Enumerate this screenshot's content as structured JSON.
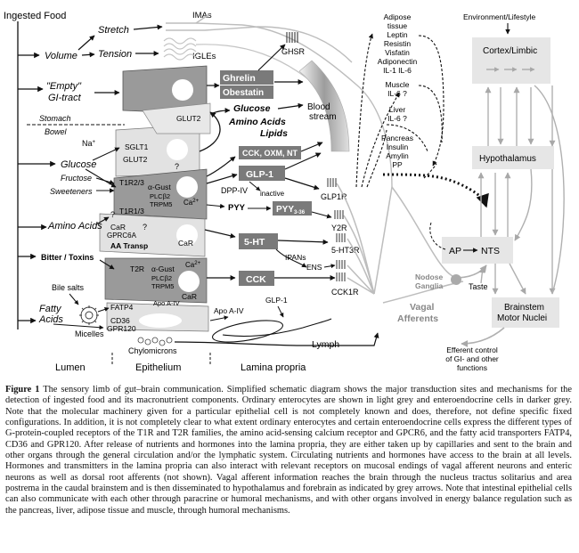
{
  "figure": {
    "panel_labels": {
      "ingested_food": "Ingested Food",
      "lumen": "Lumen",
      "epithelium": "Epithelium",
      "lamina_propria": "Lamina propria"
    },
    "lumen_stimuli": {
      "volume": "Volume",
      "stretch": "Stretch",
      "tension": "Tension",
      "imas": "IMAs",
      "igles": "IGLEs",
      "empty_line1": "\"Empty\"",
      "empty_line2": "GI-tract",
      "stomach": "Stomach",
      "bowel": "Bowel",
      "glucose": "Glucose",
      "na": "Na",
      "na_sup": "+",
      "fructose": "Fructose",
      "sweeteners": "Sweeteners",
      "amino_acids": "Amino Acids",
      "bitter_toxins": "Bitter / Toxins",
      "bile_salts": "Bile salts",
      "fatty_line1": "Fatty",
      "fatty_line2": "Acids",
      "micelles": "Micelles",
      "chylomicrons": "Chylomicrons"
    },
    "epithelium_labels": {
      "glut2_top": "GLUT2",
      "sglt1": "SGLT1",
      "glut2_b": "GLUT2",
      "t1r23": "T1R2/3",
      "t1r13": "T1R1/3",
      "agust1": "α-Gust",
      "plcb2_1": "PLCβ2",
      "trpm5_1": "TRPM5",
      "ca1": "Ca",
      "car1": "CaR",
      "gprc6a": "GPRC6A",
      "aa_transp": "AA Transp",
      "car2": "CaR",
      "t2r": "T2R",
      "agust2": "α-Gust",
      "plcb2_2": "PLCβ2",
      "trpm5_2": "TRPM5",
      "ca2": "Ca",
      "car3": "CaR",
      "fatp4": "FATP4",
      "cd36": "CD36",
      "gpr120": "GPR120",
      "apo_a4_a": "Apo A-IV",
      "q": "?",
      "sup2": "2+"
    },
    "hormones": {
      "ghrelin": "Ghrelin",
      "obestatin": "Obestatin",
      "glucose": "Glucose",
      "amino_acids": "Amino Acids",
      "lipids": "Lipids",
      "cck_oxm_nt": "CCK, OXM, NT",
      "glp1": "GLP-1",
      "dppiv": "DPP-IV",
      "inactive": "inactive",
      "pyy": "PYY",
      "pyy336": "PYY",
      "pyy336_sub": "3-36",
      "ht5": "5-HT",
      "cck": "CCK",
      "ipans": "IPANs",
      "ens": "ENS",
      "apo_a4_b": "Apo A-IV",
      "glp1_b": "GLP-1",
      "lymph": "Lymph"
    },
    "receptors": {
      "ghsr": "GHSR",
      "glp1r": "GLP1R",
      "y2r": "Y2R",
      "ht3r": "5-HT3R",
      "cck1r": "CCK1R"
    },
    "circulation": {
      "blood_stream_line1": "Blood",
      "blood_stream_line2": "stream",
      "vagal_line1": "Vagal",
      "vagal_line2": "Afferents",
      "nodose_line1": "Nodose",
      "nodose_line2": "Ganglia",
      "taste": "Taste"
    },
    "organs": {
      "adipose": [
        "Adipose",
        "tissue",
        "Leptin",
        "Resistin",
        "Visfatin",
        "Adiponectin",
        "IL-1  IL-6"
      ],
      "muscle": [
        "Muscle",
        "IL-6 ?"
      ],
      "liver": [
        "Liver",
        "IL-6 ?"
      ],
      "pancreas": [
        "Pancreas",
        "Insulin",
        "Amylin",
        "PP"
      ]
    },
    "brain": {
      "environment": "Environment/Lifestyle",
      "cortex": "Cortex/Limbic",
      "hypothalamus": "Hypothalamus",
      "ap": "AP",
      "nts": "NTS",
      "brainstem_line1": "Brainstem",
      "brainstem_line2": "Motor Nuclei",
      "efferent": [
        "Efferent control",
        "of GI- and other",
        "functions"
      ]
    }
  },
  "caption": {
    "label": "Figure 1",
    "text": "The sensory limb of gut–brain communication. Simplified schematic diagram shows the major transduction sites and mechanisms for the detection of ingested food and its macronutrient components. Ordinary enterocytes are shown in light grey and enteroendocrine cells in darker grey. Note that the molecular machinery given for a particular epithelial cell is not completely known and does, therefore, not define specific fixed configurations. In addition, it is not completely clear to what extent ordinary enterocytes and certain enteroendocrine cells express the different types of G-protein-coupled receptors of the T1R and T2R families, the amino acid-sensing calcium receptor and GPCR6, and the fatty acid transporters FATP4, CD36 and GPR120. After release of nutrients and hormones into the lamina propria, they are either taken up by capillaries and sent to the brain and other organs through the general circulation and/or the lymphatic system. Circulating nutrients and hormones have access to the brain at all levels. Hormones and transmitters in the lamina propria can also interact with relevant receptors on mucosal endings of vagal afferent neurons and enteric neurons as well as dorsal root afferents (not shown). Vagal afferent information reaches the brain through the nucleus tractus solitarius and area postrema in the caudal brainstem and is then disseminated to hypothalamus and forebrain as indicated by grey arrows. Note that intestinal epithelial cells can also communicate with each other through paracrine or humoral mechanisms, and with other organs involved in energy balance regulation such as the pancreas, liver, adipose tissue and muscle, through humoral mechanisms."
  },
  "colors": {
    "enterocyte": "#e2e2e2",
    "enteroendocrine": "#9a9a9a",
    "hormone_box": "#7a7a7a",
    "brain_box": "#e6e6e6",
    "grey_arrow": "#b0b0b0"
  }
}
